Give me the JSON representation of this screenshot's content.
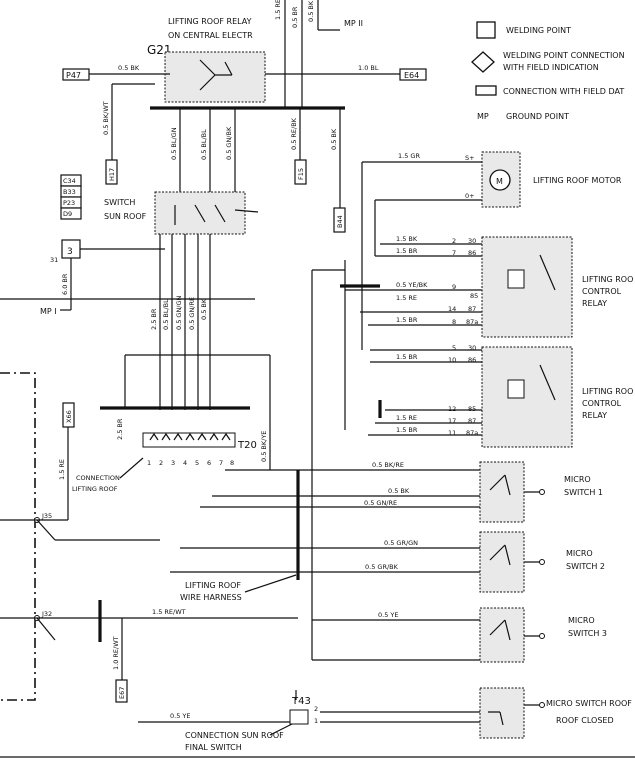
{
  "legend": {
    "welding_point": "WELDING POINT",
    "welding_point_conn_1": "WELDING POINT CONNECTION",
    "welding_point_conn_2": "WITH FIELD INDICATION",
    "connection_field": "CONNECTION WITH FIELD DAT",
    "mp_symbol": "MP",
    "ground_point": "GROUND POINT"
  },
  "top": {
    "relay_title_1": "LIFTING ROOF RELAY",
    "relay_title_2": "ON CENTRAL ELECTR",
    "g21": "G21",
    "mp_top": "MP II",
    "p47": "P47",
    "e64": "E64",
    "w_p47": "0.5 BK",
    "w_e64": "1.0 BL",
    "w_top1": "1.5 RE",
    "w_top2": "0.5 BR",
    "w_top3": "0.5 BK"
  },
  "left": {
    "h17": "H17",
    "w_h17": "0.5 BK/WT",
    "codes": [
      "C34",
      "B33",
      "P23",
      "D9"
    ],
    "num3": "3",
    "n31": "31",
    "w_mp1": "6.0 BR",
    "mp1": "MP I",
    "switch_1": "SWITCH",
    "switch_2": "SUN ROOF",
    "x66": "X66",
    "w_x66": "1.5 RE",
    "conn_1": "CONNECTION",
    "conn_2": "LIFTING ROOF",
    "j35": "J35",
    "j32": "J32",
    "w_j32": "1.5 RE/WT",
    "w_e67": "1.0 RE/WT",
    "e67": "E67"
  },
  "mid": {
    "wires_a": [
      "0.5 BL/GN",
      "0.5 BL/BL",
      "0.5 GN/BK"
    ],
    "w_f15": "0.5 RE/BK",
    "f15": "F15",
    "w_b44": "0.5 BK",
    "b44": "B44",
    "wires_b": [
      "2.5 BR",
      "0.5 BL/BL",
      "0.5 GN/GN",
      "0.5 GN/RE",
      "0.5 BK"
    ],
    "w_25br": "2.5 BR",
    "t20": "T20",
    "w_t20": "0.5 BK/YE",
    "t20_pins": [
      "1",
      "2",
      "3",
      "4",
      "5",
      "6",
      "7",
      "8"
    ],
    "harness_1": "LIFTING ROOF",
    "harness_2": "WIRE HARNESS",
    "t43": "T43",
    "t43_1": "2",
    "t43_2": "1",
    "w_t43": "0.5 YE",
    "final_1": "CONNECTION SUN ROOF",
    "final_2": "FINAL SWITCH"
  },
  "right": {
    "motor_label": "LIFTING ROOF MOTOR",
    "w_motor": "1.5 GR",
    "s_plus": "S+",
    "o_plus": "0+",
    "relay1_l1": "LIFTING ROO",
    "relay1_l2": "CONTROL",
    "relay1_l3": "RELAY",
    "relay2_l1": "LIFTING ROO",
    "relay2_l2": "CONTROL",
    "relay2_l3": "RELAY",
    "r1_wires": [
      "1.5 BK",
      "1.5 BR",
      "0.5 YE/BK",
      "1.5 RE",
      "1.5 BR"
    ],
    "r1_pins": [
      "2",
      "7",
      "9",
      "14",
      "8"
    ],
    "r1_terms": [
      "30",
      "86",
      "85",
      "87",
      "87a"
    ],
    "r2_wires": [
      "1.5 BR",
      "1.5 RE",
      "1.5 BR"
    ],
    "r2_pins": [
      "5",
      "10",
      "12",
      "17",
      "11"
    ],
    "r2_terms": [
      "30",
      "86",
      "85",
      "87",
      "87a"
    ],
    "ms1_1": "MICRO",
    "ms1_2": "SWITCH 1",
    "ms1_wires": [
      "0.5 BK/RE",
      "0.5 BK",
      "0.5 GN/RE"
    ],
    "ms2_1": "MICRO",
    "ms2_2": "SWITCH 2",
    "ms2_wires": [
      "0.5 GR/GN",
      "0.5 GR/BK"
    ],
    "ms3_1": "MICRO",
    "ms3_2": "SWITCH 3",
    "ms3_wire": "0.5 YE",
    "msr_1": "MICRO SWITCH ROOF",
    "msr_2": "ROOF CLOSED"
  }
}
